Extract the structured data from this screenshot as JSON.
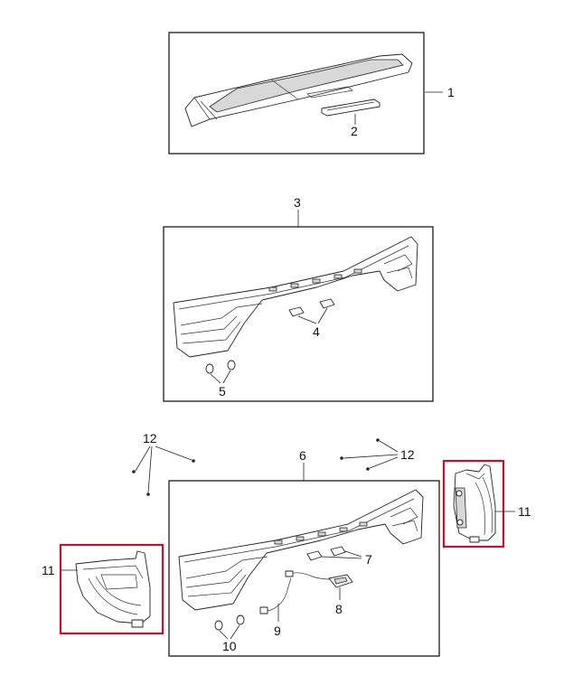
{
  "callouts": {
    "c1": "1",
    "c2": "2",
    "c3": "3",
    "c4": "4",
    "c5": "5",
    "c6": "6",
    "c7": "7",
    "c8": "8",
    "c9": "9",
    "c10": "10",
    "c11_right": "11",
    "c11_left": "11",
    "c12_left": "12",
    "c12_right": "12"
  },
  "colors": {
    "highlight": "#c8102e",
    "line": "#222222"
  }
}
